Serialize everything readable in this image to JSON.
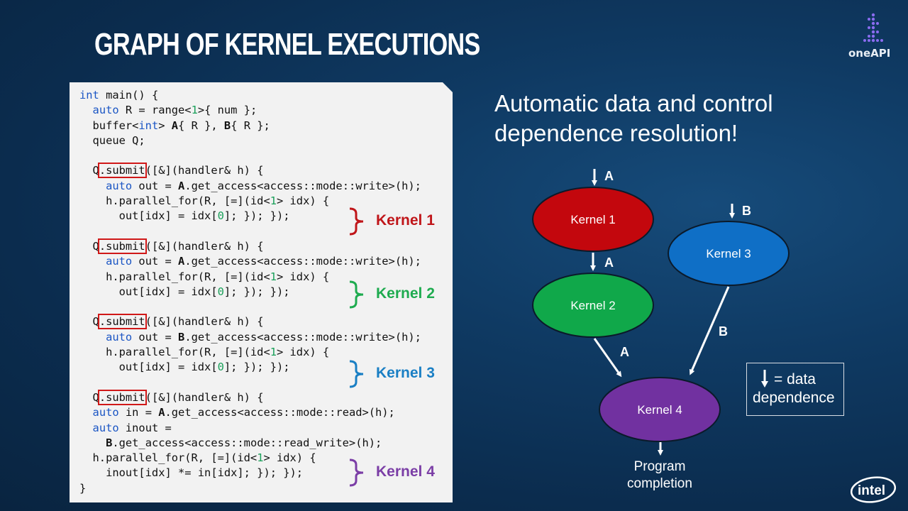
{
  "slide": {
    "title": "GRAPH OF KERNEL EXECUTIONS",
    "logo": {
      "text": "oneAPI",
      "icon": "oneapi-dots-icon"
    },
    "corner_logo": "intel"
  },
  "code": {
    "lines": [
      "int main() {",
      "  auto R = range<1>{ num };",
      "  buffer<int> A{ R }, B{ R };",
      "  queue Q;",
      "",
      "  Q.submit([&](handler& h) {",
      "    auto out = A.get_access<access::mode::write>(h);",
      "    h.parallel_for(R, [=](id<1> idx) {",
      "      out[idx] = idx[0]; }); });",
      "",
      "  Q.submit([&](handler& h) {",
      "    auto out = A.get_access<access::mode::write>(h);",
      "    h.parallel_for(R, [=](id<1> idx) {",
      "      out[idx] = idx[0]; }); });",
      "",
      "  Q.submit([&](handler& h) {",
      "    auto out = B.get_access<access::mode::write>(h);",
      "    h.parallel_for(R, [=](id<1> idx) {",
      "      out[idx] = idx[0]; }); });",
      "",
      "  Q.submit([&](handler& h) {",
      "    auto in = A.get_access<access::mode::read>(h);",
      "    auto inout =",
      "      B.get_access<access::mode::read_write>(h);",
      "    h.parallel_for(R, [=](id<1> idx) {",
      "      inout[idx] *= in[idx]; }); });",
      "}"
    ],
    "kernel_labels": [
      {
        "text": "Kernel 1",
        "color": "#c0161a"
      },
      {
        "text": "Kernel 2",
        "color": "#1eab4f"
      },
      {
        "text": "Kernel 3",
        "color": "#1a7fc4"
      },
      {
        "text": "Kernel 4",
        "color": "#7b3ea6"
      }
    ]
  },
  "diagram": {
    "heading_line1": "Automatic data and control",
    "heading_line2": "dependence resolution!",
    "nodes": [
      {
        "label": "Kernel 1",
        "color": "#c3070d"
      },
      {
        "label": "Kernel 2",
        "color": "#10a84a"
      },
      {
        "label": "Kernel 3",
        "color": "#0f6fc6"
      },
      {
        "label": "Kernel 4",
        "color": "#7131a0"
      }
    ],
    "edge_labels": [
      "A",
      "B",
      "A",
      "A",
      "B"
    ],
    "legend": {
      "symbol": "down-arrow-icon",
      "line1": "= data",
      "line2": "dependence"
    },
    "completion_line1": "Program",
    "completion_line2": "completion"
  }
}
